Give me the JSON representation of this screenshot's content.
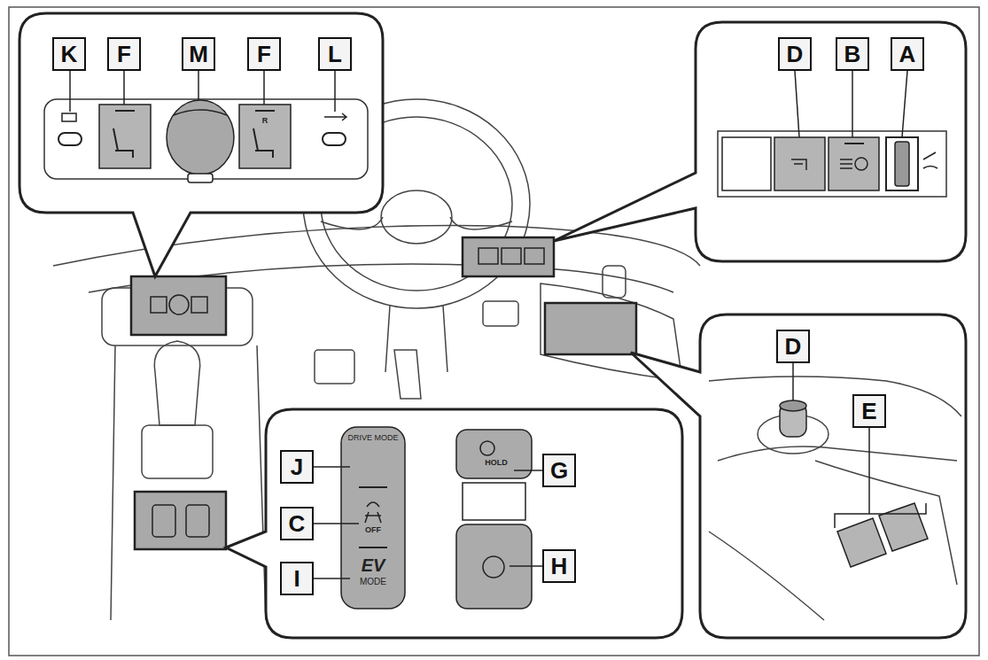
{
  "diagram": {
    "nodes": [
      {
        "text": [
          "K"
        ]
      },
      {
        "text": [
          "F"
        ]
      },
      {
        "text": [
          "M"
        ]
      },
      {
        "text": [
          "F"
        ]
      },
      {
        "text": [
          "L"
        ]
      },
      {
        "text": [
          "D"
        ]
      },
      {
        "text": [
          "B"
        ]
      },
      {
        "text": [
          "A"
        ]
      },
      {
        "text": [
          "J"
        ]
      },
      {
        "text": [
          "C"
        ]
      },
      {
        "text": [
          "I"
        ]
      },
      {
        "text": [
          "G"
        ]
      },
      {
        "text": [
          "H"
        ]
      },
      {
        "text": [
          "D"
        ]
      },
      {
        "text": [
          "E"
        ]
      }
    ],
    "labels": [
      "DRIVE MODE",
      "OFF",
      "EV",
      "MODE",
      "HOLD",
      "R"
    ]
  }
}
